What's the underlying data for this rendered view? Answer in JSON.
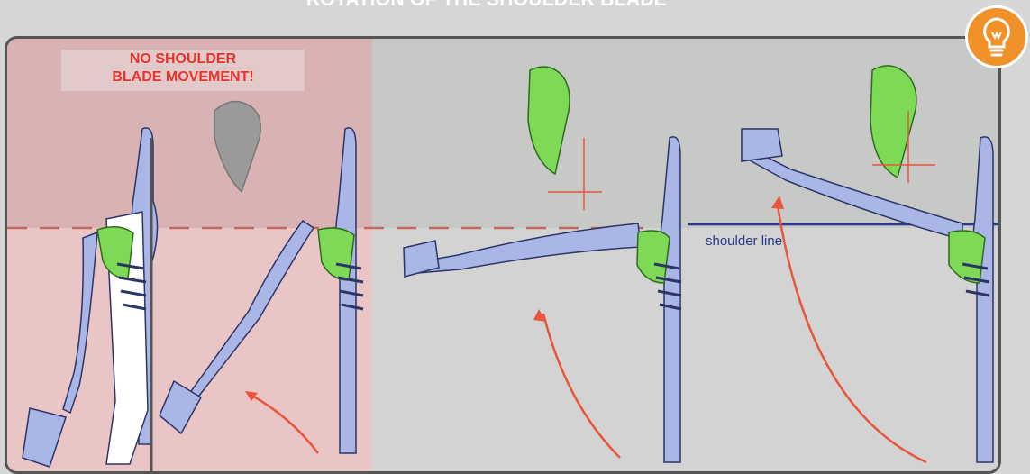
{
  "title": "ROTATION OF THE SHOULDER BLADE",
  "panel1": {
    "warning": "NO SHOULDER\nBLADE MOVEMENT!"
  },
  "panel4": {
    "shoulder_line_label": "shoulder line"
  },
  "icons": {
    "tip": "lightbulb-icon"
  },
  "colors": {
    "scapula": "#7ed957",
    "bone": "#a9b6e6",
    "warning_bg": "#e6bcbc",
    "arrow": "#e8553a",
    "shoulder_line": "#2a3a8c"
  }
}
